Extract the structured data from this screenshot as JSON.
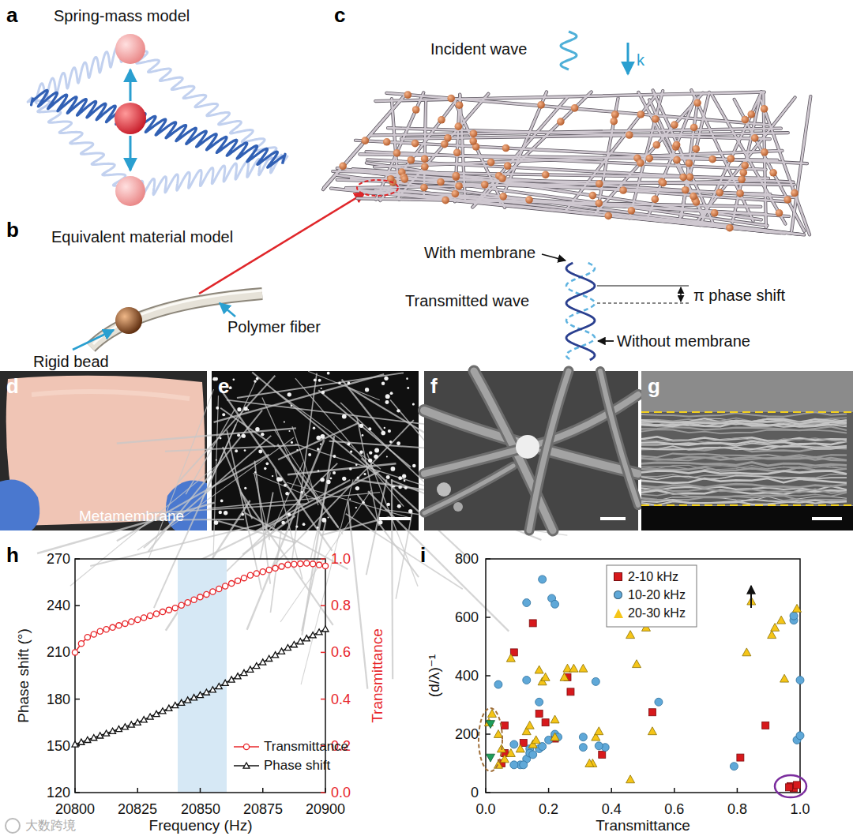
{
  "diagram": {
    "labels": [
      "a",
      "Spring-mass model",
      "c",
      "Incident wave",
      "k",
      "b",
      "Equivalent material model",
      "Polymer fiber",
      "Rigid bead",
      "With membrane",
      "Transmitted wave",
      "π phase shift",
      "Without membrane",
      "d",
      "Metamembrane",
      "e",
      "f",
      "g",
      "h",
      "i",
      "270",
      "240",
      "210",
      "180",
      "150",
      "120",
      "1.0",
      "0.8",
      "0.6",
      "0.4",
      "0.2",
      "0.0",
      "Phase shift (°)",
      "Transmittance",
      "20800",
      "20825",
      "20850",
      "20875",
      "20900",
      "Frequency (Hz)",
      "800",
      "600",
      "400",
      "200",
      "0",
      "(d/λ)⁻¹",
      "0.0",
      "0.2",
      "0.4",
      "0.6",
      "0.8",
      "1.0",
      "Transmittance",
      "大数跨境"
    ],
    "legend": [
      {
        "text": "Transmittance"
      },
      {
        "text": "Phase shift"
      },
      {
        "text": "2-10 kHz",
        "color": "#d7191c"
      },
      {
        "text": "10-20 kHz",
        "color": "#5fa8d8"
      },
      {
        "text": "20-30 kHz",
        "color": "#f5c518"
      }
    ]
  }
}
